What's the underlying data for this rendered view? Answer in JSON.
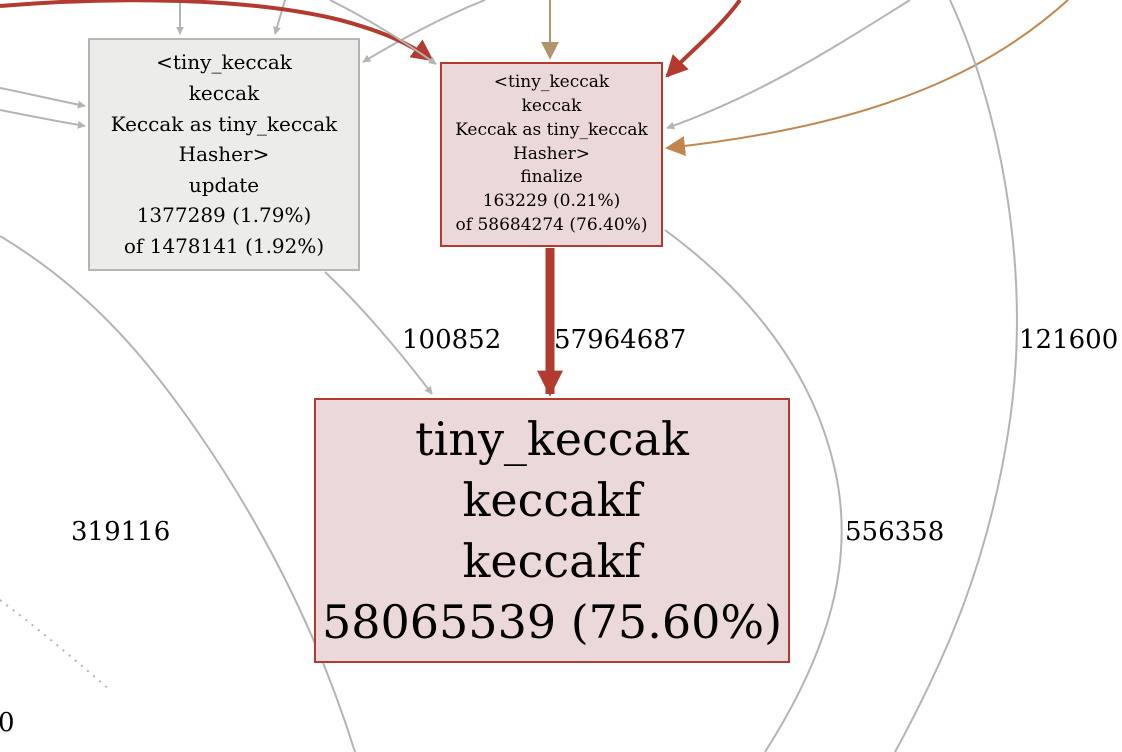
{
  "colors": {
    "hot_edge": "#b23a2f",
    "warm_edge": "#c1864f",
    "tan_edge": "#b0956a",
    "grey_edge": "#b4b4b4",
    "grey_node_fill": "#ececea",
    "grey_node_border": "#b5b5b1",
    "hot_node_fill": "#ebd9d9",
    "hot_node_border": "#b23a2f"
  },
  "nodes": {
    "update": {
      "lines": [
        "<tiny_keccak",
        "keccak",
        "Keccak as tiny_keccak",
        "Hasher>",
        "update",
        "1377289 (1.79%)",
        "of 1478141 (1.92%)"
      ]
    },
    "finalize": {
      "lines": [
        "<tiny_keccak",
        "keccak",
        "Keccak as tiny_keccak",
        "Hasher>",
        "finalize",
        "163229 (0.21%)",
        "of 58684274 (76.40%)"
      ]
    },
    "keccakf": {
      "lines": [
        "tiny_keccak",
        "keccakf",
        "keccakf",
        "58065539 (75.60%)"
      ]
    }
  },
  "edge_labels": {
    "update_to_keccakf": "100852",
    "finalize_to_keccakf": "57964687",
    "right_edge": "121600",
    "left_edge": "319116",
    "middle_right_edge": "556358",
    "cut_off_bottom_left": "0"
  }
}
